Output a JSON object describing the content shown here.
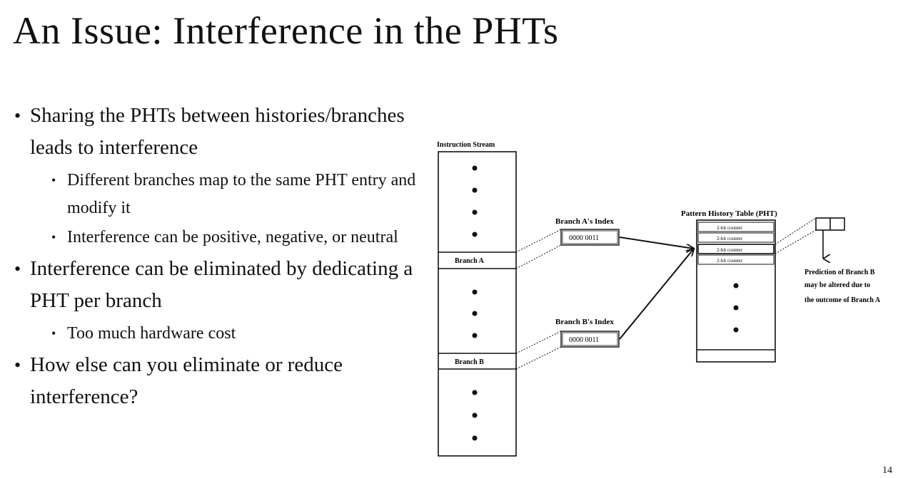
{
  "title": "An Issue: Interference in the PHTs",
  "bullets": {
    "b1": "Sharing the PHTs between histories/branches leads to interference",
    "b1_sub1": "Different branches map to the same PHT entry and modify it",
    "b1_sub2": "Interference can be positive, negative, or neutral",
    "b2": "Interference can be eliminated by dedicating a PHT per branch",
    "b2_sub1": "Too much hardware cost",
    "b3": "How else can you eliminate or reduce interference?"
  },
  "diagram": {
    "instruction_stream_label": "Instruction Stream",
    "branch_a_label": "Branch A",
    "branch_b_label": "Branch B",
    "branch_a_index_label": "Branch A's Index",
    "branch_b_index_label": "Branch B's Index",
    "branch_a_index_value": "0000 0011",
    "branch_b_index_value": "0000 0011",
    "pht_label": "Pattern History Table (PHT)",
    "counter_label": "2-bit counter",
    "prediction_line1": "Prediction of Branch B",
    "prediction_line2": "may be altered due to",
    "prediction_line3": "the outcome of Branch A"
  },
  "page_number": "14"
}
